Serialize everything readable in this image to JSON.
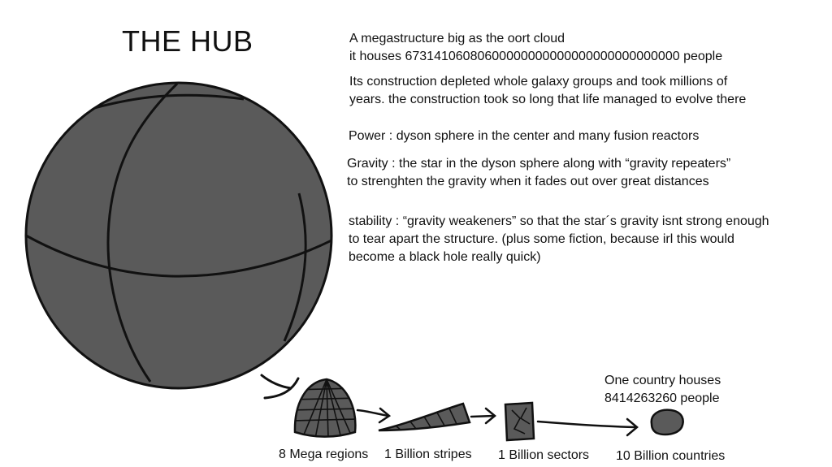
{
  "title": "THE HUB",
  "description": {
    "line1": "A megastructure big as the oort cloud",
    "line2": "it houses 67314106080600000000000000000000000000 people"
  },
  "construction": {
    "line1": "Its construction depleted whole galaxy groups and took millions of",
    "line2": "years. the construction took so long that life managed to evolve there"
  },
  "power": "Power : dyson sphere in the center and many fusion reactors",
  "gravity": {
    "line1": "Gravity : the star in the dyson sphere along with “gravity repeaters”",
    "line2": "to strenghten the gravity when it fades out over great distances"
  },
  "stability": {
    "line1": "stability : “gravity weakeners” so that the star´s gravity isnt strong enough",
    "line2": "to tear apart the structure. (plus some fiction, because irl this would",
    "line3": "become a black hole really quick)"
  },
  "country_note": {
    "line1": "One country houses",
    "line2": "8414263260 people"
  },
  "hierarchy": {
    "regions": "8 Mega regions",
    "stripes": "1 Billion stripes",
    "sectors": "1 Billion  sectors",
    "countries": "10 Billion  countries"
  },
  "colors": {
    "sphere_fill": "#5a5a5a",
    "outline": "#111111",
    "background": "#ffffff"
  }
}
